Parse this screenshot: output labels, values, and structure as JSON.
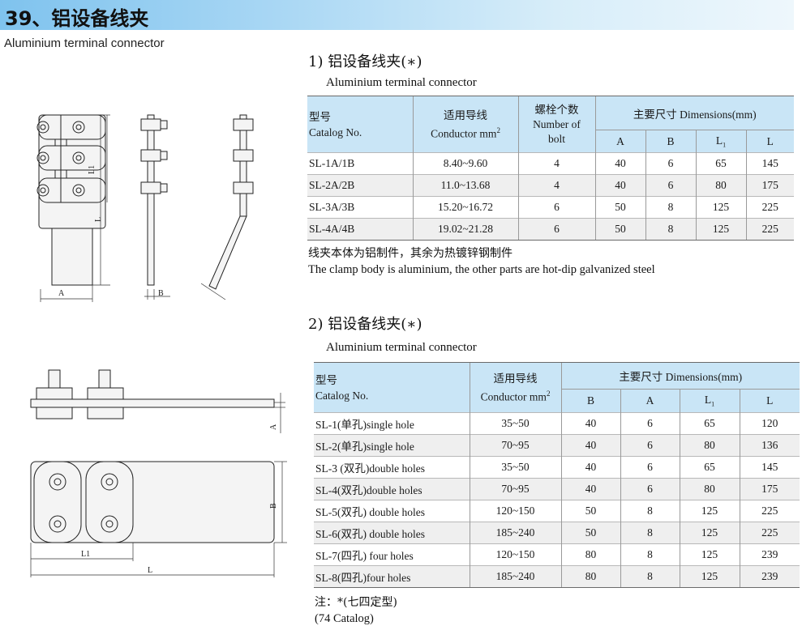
{
  "header": {
    "title": "39、铝设备线夹",
    "subtitle": "Aluminium terminal connector"
  },
  "section1": {
    "title": "1) 铝设备线夹(∗)",
    "subtitle": "Aluminium terminal connector",
    "headers": {
      "model_cn": "型号",
      "model_en": "Catalog No.",
      "conductor_cn": "适用导线",
      "conductor_en": "Conductor mm",
      "conductor_sup": "2",
      "bolt_cn": "螺栓个数",
      "bolt_en1": "Number of",
      "bolt_en2": "bolt",
      "dims": "主要尺寸 Dimensions(mm)",
      "a": "A",
      "b": "B",
      "l1": "L",
      "l1_sub": "1",
      "l": "L"
    },
    "rows": [
      {
        "model": "SL-1A/1B",
        "conductor": "8.40~9.60",
        "bolt": "4",
        "a": "40",
        "b": "6",
        "l1": "65",
        "l": "145"
      },
      {
        "model": "SL-2A/2B",
        "conductor": "11.0~13.68",
        "bolt": "4",
        "a": "40",
        "b": "6",
        "l1": "80",
        "l": "175"
      },
      {
        "model": "SL-3A/3B",
        "conductor": "15.20~16.72",
        "bolt": "6",
        "a": "50",
        "b": "8",
        "l1": "125",
        "l": "225"
      },
      {
        "model": "SL-4A/4B",
        "conductor": "19.02~21.28",
        "bolt": "6",
        "a": "50",
        "b": "8",
        "l1": "125",
        "l": "225"
      }
    ],
    "note_cn": "线夹本体为铝制件，其余为热镀锌钢制件",
    "note_en": "The clamp body is aluminium, the other parts are hot-dip galvanized steel"
  },
  "section2": {
    "title": "2) 铝设备线夹(∗)",
    "subtitle": "Aluminium terminal connector",
    "headers": {
      "model_cn": "型号",
      "model_en": "Catalog No.",
      "conductor_cn": "适用导线",
      "conductor_en": "Conductor mm",
      "conductor_sup": "2",
      "dims": "主要尺寸 Dimensions(mm)",
      "b": "B",
      "a": "A",
      "l1": "L",
      "l1_sub": "1",
      "l": "L"
    },
    "rows": [
      {
        "model": "SL-1(单孔)single hole",
        "conductor": "35~50",
        "b": "40",
        "a": "6",
        "l1": "65",
        "l": "120"
      },
      {
        "model": "SL-2(单孔)single hole",
        "conductor": "70~95",
        "b": "40",
        "a": "6",
        "l1": "80",
        "l": "136"
      },
      {
        "model": "SL-3 (双孔)double holes",
        "conductor": "35~50",
        "b": "40",
        "a": "6",
        "l1": "65",
        "l": "145"
      },
      {
        "model": "SL-4(双孔)double holes",
        "conductor": "70~95",
        "b": "40",
        "a": "6",
        "l1": "80",
        "l": "175"
      },
      {
        "model": "SL-5(双孔) double holes",
        "conductor": "120~150",
        "b": "50",
        "a": "8",
        "l1": "125",
        "l": "225"
      },
      {
        "model": "SL-6(双孔) double holes",
        "conductor": "185~240",
        "b": "50",
        "a": "8",
        "l1": "125",
        "l": "225"
      },
      {
        "model": "SL-7(四孔) four holes",
        "conductor": "120~150",
        "b": "80",
        "a": "8",
        "l1": "125",
        "l": "239"
      },
      {
        "model": "SL-8(四孔)four holes",
        "conductor": "185~240",
        "b": "80",
        "a": "8",
        "l1": "125",
        "l": "239"
      }
    ],
    "note_cn": "注：*(七四定型)",
    "note_en": "(74 Catalog)"
  },
  "drawing_labels": {
    "a": "A",
    "b": "B",
    "l": "L",
    "l1": "L1"
  }
}
